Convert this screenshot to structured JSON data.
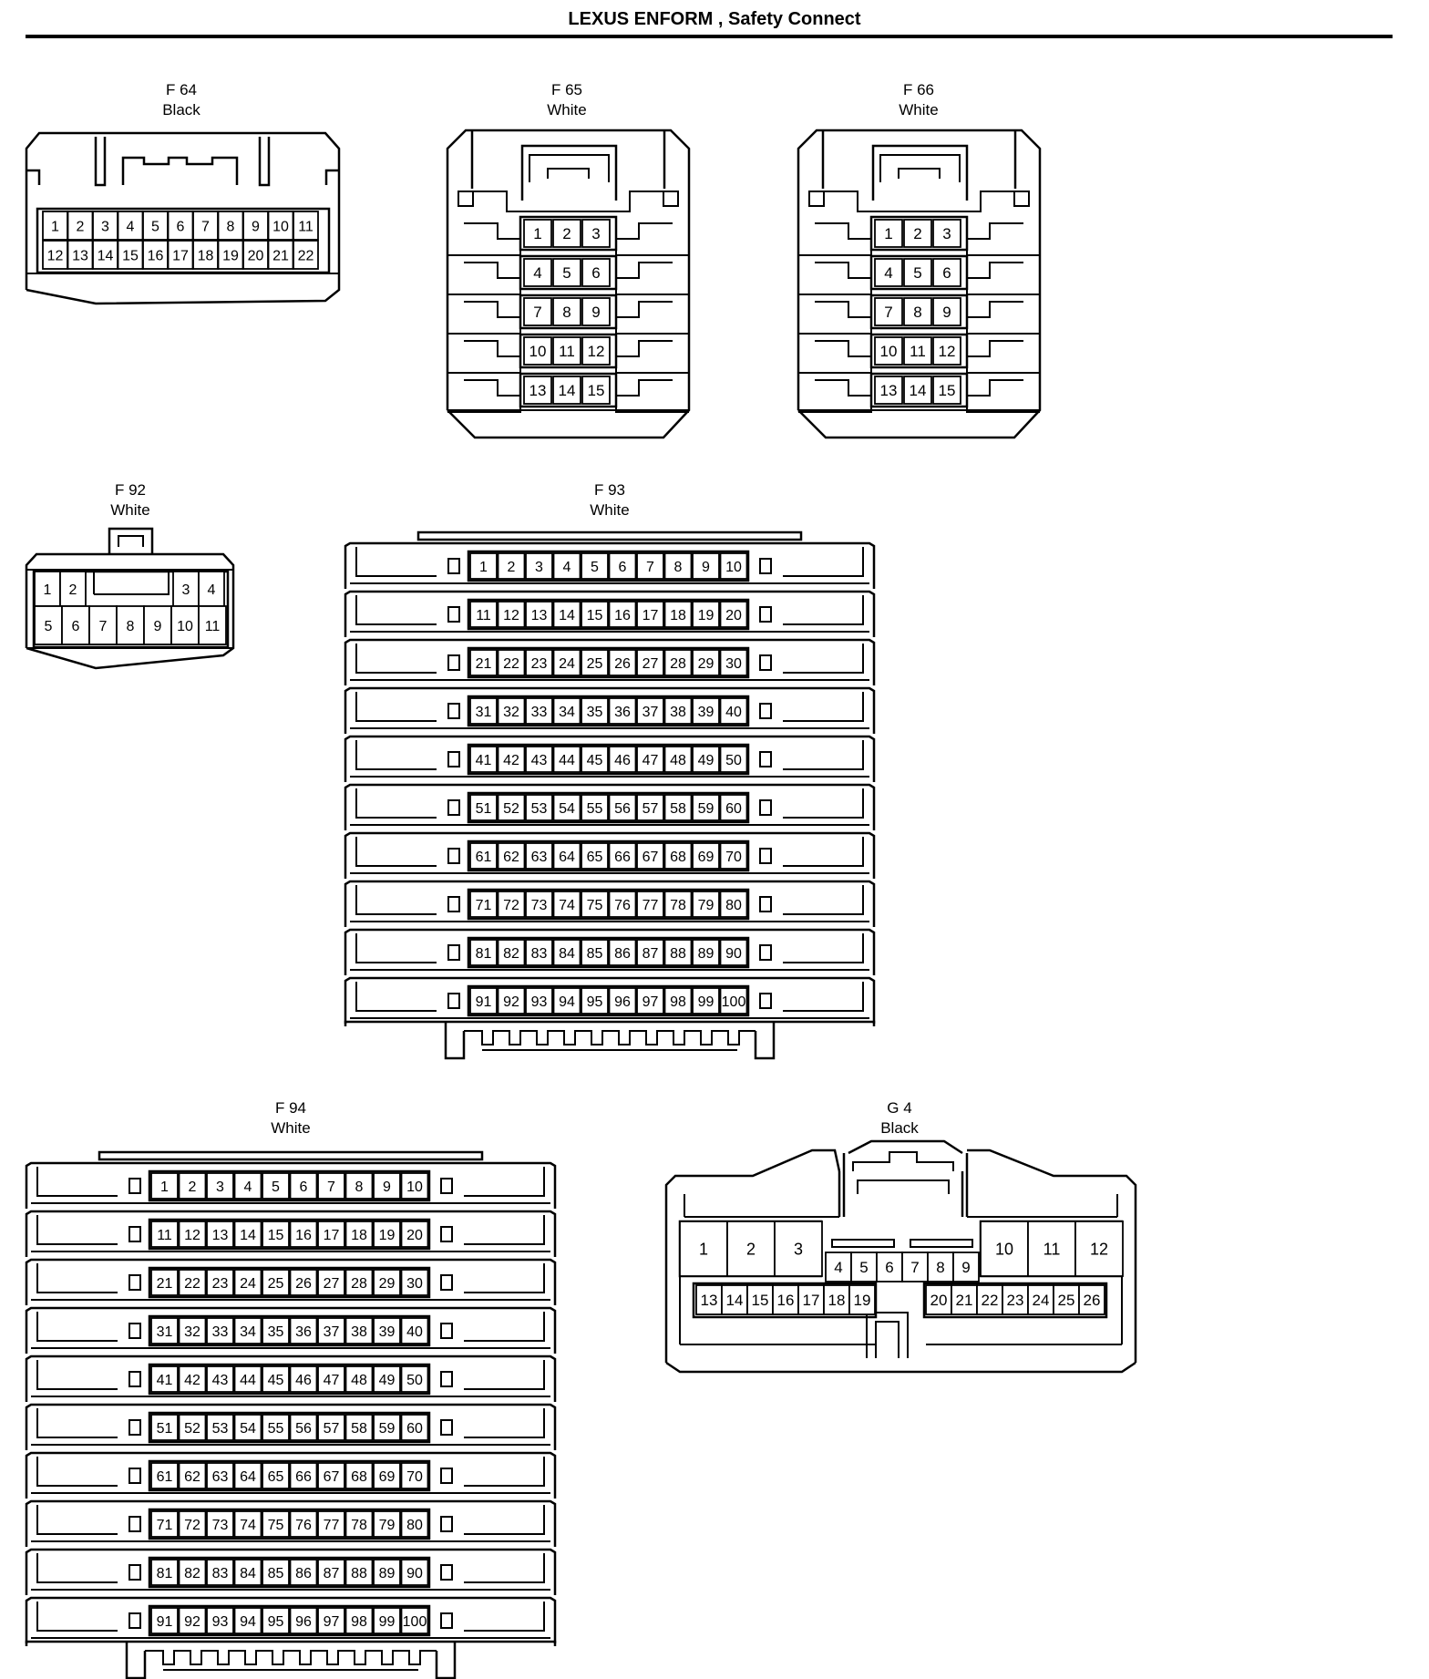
{
  "title": "LEXUS ENFORM , Safety Connect",
  "connectors": [
    {
      "id": "F 64",
      "color": "Black",
      "style": "grid",
      "rows": [
        [
          "1",
          "2",
          "3",
          "4",
          "5",
          "6",
          "7",
          "8",
          "9",
          "10",
          "11"
        ],
        [
          "12",
          "13",
          "14",
          "15",
          "16",
          "17",
          "18",
          "19",
          "20",
          "21",
          "22"
        ]
      ]
    },
    {
      "id": "F 65",
      "color": "White",
      "style": "grid",
      "rows": [
        [
          "1",
          "2",
          "3"
        ],
        [
          "4",
          "5",
          "6"
        ],
        [
          "7",
          "8",
          "9"
        ],
        [
          "10",
          "11",
          "12"
        ],
        [
          "13",
          "14",
          "15"
        ]
      ]
    },
    {
      "id": "F 66",
      "color": "White",
      "style": "grid",
      "rows": [
        [
          "1",
          "2",
          "3"
        ],
        [
          "4",
          "5",
          "6"
        ],
        [
          "7",
          "8",
          "9"
        ],
        [
          "10",
          "11",
          "12"
        ],
        [
          "13",
          "14",
          "15"
        ]
      ]
    },
    {
      "id": "F 92",
      "color": "White",
      "style": "split",
      "rows": [
        [
          "1",
          "2",
          "",
          "",
          "",
          "3",
          "4"
        ],
        [
          "5",
          "6",
          "7",
          "8",
          "9",
          "10",
          "11"
        ]
      ]
    },
    {
      "id": "F 93",
      "color": "White",
      "style": "block",
      "rows": [
        [
          "1",
          "2",
          "3",
          "4",
          "5",
          "6",
          "7",
          "8",
          "9",
          "10"
        ],
        [
          "11",
          "12",
          "13",
          "14",
          "15",
          "16",
          "17",
          "18",
          "19",
          "20"
        ],
        [
          "21",
          "22",
          "23",
          "24",
          "25",
          "26",
          "27",
          "28",
          "29",
          "30"
        ],
        [
          "31",
          "32",
          "33",
          "34",
          "35",
          "36",
          "37",
          "38",
          "39",
          "40"
        ],
        [
          "41",
          "42",
          "43",
          "44",
          "45",
          "46",
          "47",
          "48",
          "49",
          "50"
        ],
        [
          "51",
          "52",
          "53",
          "54",
          "55",
          "56",
          "57",
          "58",
          "59",
          "60"
        ],
        [
          "61",
          "62",
          "63",
          "64",
          "65",
          "66",
          "67",
          "68",
          "69",
          "70"
        ],
        [
          "71",
          "72",
          "73",
          "74",
          "75",
          "76",
          "77",
          "78",
          "79",
          "80"
        ],
        [
          "81",
          "82",
          "83",
          "84",
          "85",
          "86",
          "87",
          "88",
          "89",
          "90"
        ],
        [
          "91",
          "92",
          "93",
          "94",
          "95",
          "96",
          "97",
          "98",
          "99",
          "100"
        ]
      ]
    },
    {
      "id": "F 94",
      "color": "White",
      "style": "block",
      "rows": [
        [
          "1",
          "2",
          "3",
          "4",
          "5",
          "6",
          "7",
          "8",
          "9",
          "10"
        ],
        [
          "11",
          "12",
          "13",
          "14",
          "15",
          "16",
          "17",
          "18",
          "19",
          "20"
        ],
        [
          "21",
          "22",
          "23",
          "24",
          "25",
          "26",
          "27",
          "28",
          "29",
          "30"
        ],
        [
          "31",
          "32",
          "33",
          "34",
          "35",
          "36",
          "37",
          "38",
          "39",
          "40"
        ],
        [
          "41",
          "42",
          "43",
          "44",
          "45",
          "46",
          "47",
          "48",
          "49",
          "50"
        ],
        [
          "51",
          "52",
          "53",
          "54",
          "55",
          "56",
          "57",
          "58",
          "59",
          "60"
        ],
        [
          "61",
          "62",
          "63",
          "64",
          "65",
          "66",
          "67",
          "68",
          "69",
          "70"
        ],
        [
          "71",
          "72",
          "73",
          "74",
          "75",
          "76",
          "77",
          "78",
          "79",
          "80"
        ],
        [
          "81",
          "82",
          "83",
          "84",
          "85",
          "86",
          "87",
          "88",
          "89",
          "90"
        ],
        [
          "91",
          "92",
          "93",
          "94",
          "95",
          "96",
          "97",
          "98",
          "99",
          "100"
        ]
      ]
    },
    {
      "id": "G 4",
      "color": "Black",
      "style": "g4",
      "big_left": [
        "1",
        "2",
        "3"
      ],
      "big_right": [
        "10",
        "11",
        "12"
      ],
      "mid": [
        "4",
        "5",
        "6",
        "7",
        "8",
        "9"
      ],
      "bottom_left": [
        "13",
        "14",
        "15",
        "16",
        "17",
        "18",
        "19"
      ],
      "bottom_right": [
        "20",
        "21",
        "22",
        "23",
        "24",
        "25",
        "26"
      ]
    }
  ]
}
